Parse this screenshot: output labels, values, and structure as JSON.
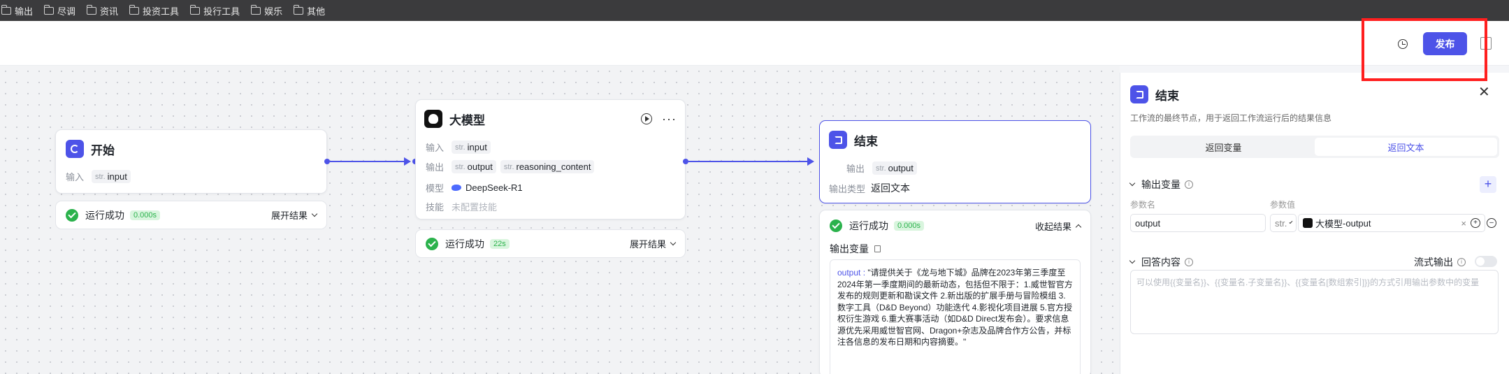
{
  "bookmarks": [
    "输出",
    "尽调",
    "资讯",
    "投资工具",
    "投行工具",
    "娱乐",
    "其他"
  ],
  "header": {
    "publish_label": "发布"
  },
  "start_node": {
    "title": "开始",
    "input_label": "输入",
    "input_type": "str.",
    "input_name": "input",
    "status": "运行成功",
    "duration": "0.000s",
    "expand_label": "展开结果"
  },
  "llm_node": {
    "title": "大模型",
    "input_label": "输入",
    "input_type": "str.",
    "input_name": "input",
    "output_label": "输出",
    "outputs": [
      {
        "type": "str.",
        "name": "output"
      },
      {
        "type": "str.",
        "name": "reasoning_content"
      }
    ],
    "model_label": "模型",
    "model_name": "DeepSeek-R1",
    "skill_label": "技能",
    "skill_value": "未配置技能",
    "status": "运行成功",
    "duration": "22s",
    "expand_label": "展开结果"
  },
  "end_node": {
    "title": "结束",
    "output_label": "输出",
    "output_type": "str.",
    "output_name": "output",
    "output_kind_label": "输出类型",
    "output_kind_value": "返回文本",
    "status": "运行成功",
    "duration": "0.000s",
    "collapse_label": "收起结果",
    "result_title": "输出变量",
    "result_key": "output",
    "result_sep": " : ",
    "result_text": "\"请提供关于《龙与地下城》品牌在2023年第三季度至2024年第一季度期间的最新动态，包括但不限于：1.威世智官方发布的规则更新和勘误文件 2.新出版的扩展手册与冒险模组 3.数字工具（D&D Beyond）功能迭代 4.影视化项目进展 5.官方授权衍生游戏 6.重大赛事活动（如D&D Direct发布会）。要求信息源优先采用威世智官网、Dragon+杂志及品牌合作方公告，并标注各信息的发布日期和内容摘要。\""
  },
  "panel": {
    "title": "结束",
    "close": "✕",
    "description": "工作流的最终节点，用于返回工作流运行后的结果信息",
    "tabs": [
      "返回变量",
      "返回文本"
    ],
    "active_tab": "返回文本",
    "output_section": "输出变量",
    "col_name": "参数名",
    "col_value": "参数值",
    "param_name": "output",
    "param_type": "str.",
    "param_ref_node": "大模型",
    "param_ref_sep": " - ",
    "param_ref_var": "output",
    "param_ref_clear": "×",
    "reply_section": "回答内容",
    "stream_label": "流式输出",
    "textarea_placeholder": "可以使用{{变量名}}、{{变量名.子变量名}}、{{变量名[数组索引]}}的方式引用输出参数中的变量"
  }
}
